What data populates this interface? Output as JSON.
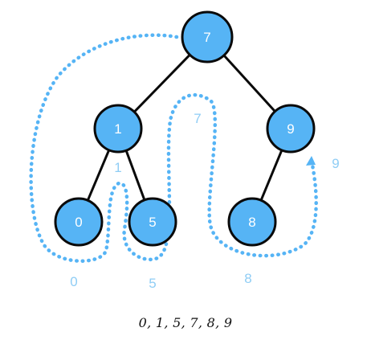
{
  "colors": {
    "node_fill": "#56b4f5",
    "node_stroke": "#0a0a0a",
    "edge": "#0a0a0a",
    "traversal_path": "#56b4f5",
    "path_label": "#8fcdf5",
    "node_text": "#ffffff"
  },
  "tree": {
    "nodes": [
      {
        "id": "n7",
        "label": "7"
      },
      {
        "id": "n1",
        "label": "1"
      },
      {
        "id": "n9",
        "label": "9"
      },
      {
        "id": "n0",
        "label": "0"
      },
      {
        "id": "n5",
        "label": "5"
      },
      {
        "id": "n8",
        "label": "8"
      }
    ],
    "edges": [
      {
        "from": "n7",
        "to": "n1"
      },
      {
        "from": "n7",
        "to": "n9"
      },
      {
        "from": "n1",
        "to": "n0"
      },
      {
        "from": "n1",
        "to": "n5"
      },
      {
        "from": "n9",
        "to": "n8"
      }
    ]
  },
  "traversal": {
    "visit_labels": [
      "0",
      "1",
      "5",
      "7",
      "8",
      "9"
    ],
    "result_text": "0, 1, 5, 7, 8, 9"
  }
}
